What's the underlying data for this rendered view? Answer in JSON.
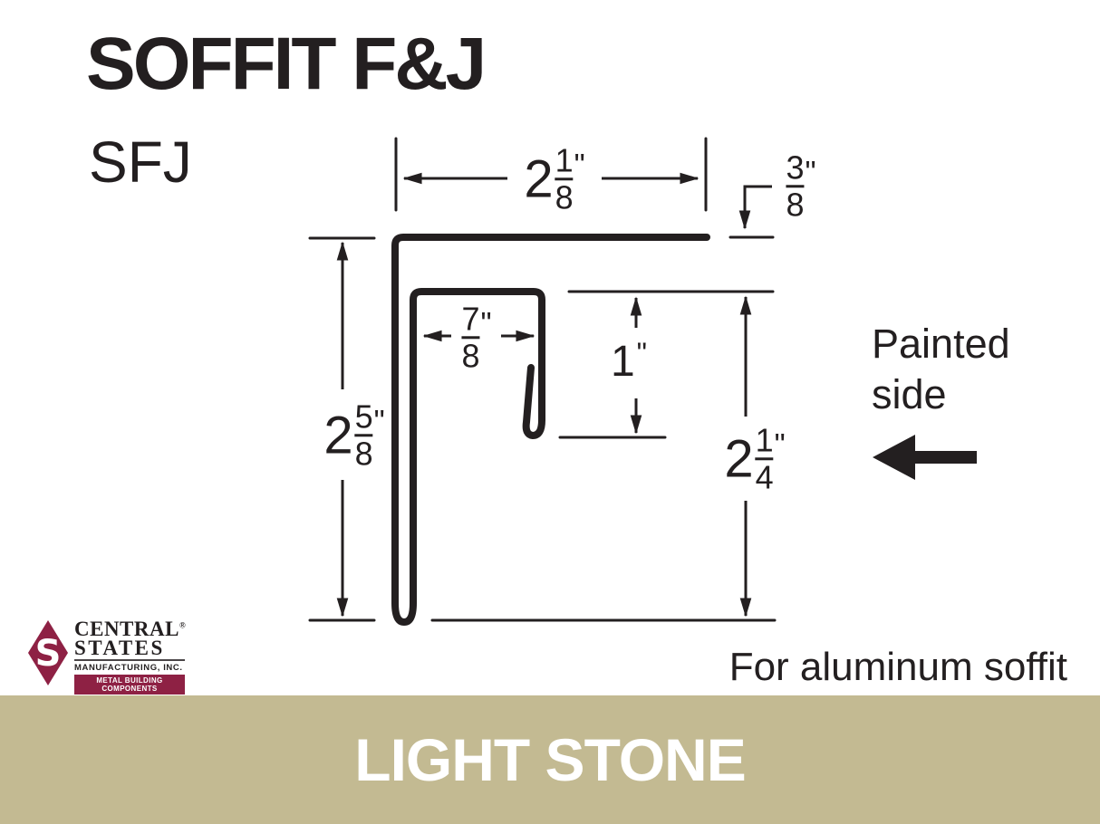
{
  "header": {
    "title": "SOFFIT F&J",
    "product_code": "SFJ"
  },
  "dimensions": {
    "top_width": {
      "whole": "2",
      "numerator": "1",
      "denominator": "8",
      "unit": "\""
    },
    "flange_offset": {
      "numerator": "3",
      "denominator": "8",
      "unit": "\""
    },
    "channel_width": {
      "numerator": "7",
      "denominator": "8",
      "unit": "\""
    },
    "hook_depth": {
      "value": "1",
      "unit": "\""
    },
    "right_height": {
      "whole": "2",
      "numerator": "1",
      "denominator": "4",
      "unit": "\""
    },
    "left_height": {
      "whole": "2",
      "numerator": "5",
      "denominator": "8",
      "unit": "\""
    }
  },
  "annotations": {
    "painted_side": "Painted side",
    "note": "For aluminum soffit"
  },
  "logo": {
    "monogram": "S",
    "name_line1": "CENTRAL",
    "registered_mark": "®",
    "name_line2": "STATES",
    "subtitle": "MANUFACTURING, INC.",
    "banner": "METAL BUILDING COMPONENTS"
  },
  "color_band": {
    "label": "LIGHT STONE"
  },
  "colors": {
    "ink": "#231f20",
    "band_background": "#c3ba92",
    "band_text": "#ffffff",
    "logo_maroon": "#8e2144"
  }
}
